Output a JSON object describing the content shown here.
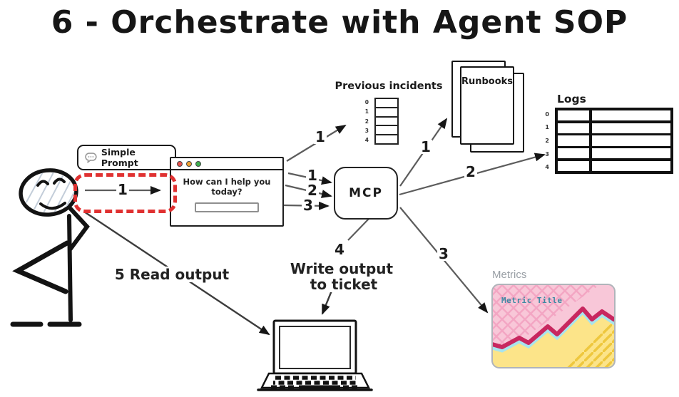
{
  "title": "6 - Orchestrate with Agent SOP",
  "prompt_bubble": {
    "label": "Simple Prompt",
    "icon": "speech-bubble-icon"
  },
  "browser_window": {
    "greeting": "How can I help you today?",
    "traffic_light_colors": [
      "#e8504b",
      "#f0a030",
      "#3fae4f"
    ],
    "input_value": ""
  },
  "mcp": {
    "label": "MCP"
  },
  "previous_incidents": {
    "title": "Previous incidents",
    "row_indices": [
      "0",
      "1",
      "2",
      "3",
      "4"
    ]
  },
  "runbooks": {
    "title": "Runbooks"
  },
  "logs": {
    "title": "Logs",
    "row_indices": [
      "0",
      "1",
      "2",
      "3",
      "4"
    ]
  },
  "metrics": {
    "section_label": "Metrics",
    "chart_title": "Metric Title",
    "colors": {
      "background": "#f8c7d8",
      "crosshatch": "#f2a0bf",
      "line": "#c8275f",
      "line_highlight": "#a8e4ee",
      "area": "#fce489",
      "area_hatch": "#eec73e"
    }
  },
  "arrows": {
    "user_to_browser": "1",
    "browser_to_incidents": "1",
    "browser_to_mcp_1": "1",
    "browser_to_mcp_2": "2",
    "browser_to_mcp_3": "3",
    "mcp_to_runbooks": "1",
    "mcp_to_logs": "2",
    "mcp_to_metrics": "3",
    "mcp_write_step": "4",
    "write_output_line1": "Write output",
    "write_output_line2": "to ticket",
    "read_output": "5 Read output"
  },
  "annotation": {
    "highlight_color": "#e03131"
  }
}
